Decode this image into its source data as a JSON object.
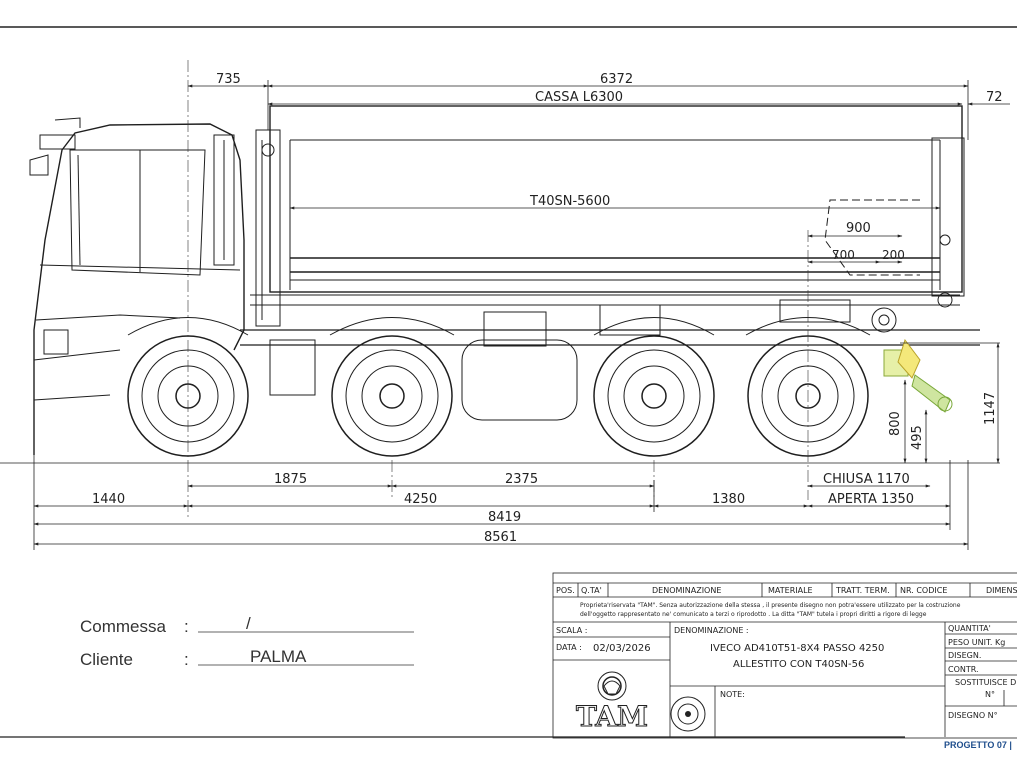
{
  "dimensions": {
    "front_overhang": "735",
    "body_length_total": "6372",
    "body_label": "CASSA L6300",
    "rear_gap": "72",
    "tipper_model": "T40SN-5600",
    "d900": "900",
    "d700": "700",
    "d200": "200",
    "height_1147": "1147",
    "height_800": "800",
    "height_495": "495",
    "axle_1875": "1875",
    "axle_2375": "2375",
    "front_1440": "1440",
    "wheelbase_4250": "4250",
    "rear_1380": "1380",
    "closed": "CHIUSA 1170",
    "open": "APERTA 1350",
    "overall_8419": "8419",
    "overall_8561": "8561"
  },
  "job": {
    "commessa_label": "Commessa",
    "commessa_value": "/",
    "cliente_label": "Cliente",
    "cliente_value": "PALMA",
    "colon": ":"
  },
  "title_block": {
    "h_pos": "POS.",
    "h_qta": "Q.TA'",
    "h_denominazione": "DENOMINAZIONE",
    "h_materiale": "MATERIALE",
    "h_tratt": "TRATT. TERM.",
    "h_codice": "NR. CODICE",
    "h_dimens": "DIMENS",
    "notice_line1": "Proprieta'riservata \"TAM\". Senza autorizzazione della stessa , il presente disegno non potra'essere utilizzato per la costruzione",
    "notice_line2": "dell'oggetto rappresentato ne' comunicato a terzi o riprodotto . La ditta \"TAM\" tutela i propri diritti a rigore di legge",
    "scala_label": "SCALA :",
    "data_label": "DATA :",
    "data_value": "02/03/2026",
    "denominazione_label": "DENOMINAZIONE :",
    "description_line1": "IVECO AD410T51-8X4 PASSO 4250",
    "description_line2": "ALLESTITO CON T40SN-56",
    "note_label": "NOTE:",
    "quantita": "QUANTITA'",
    "peso": "PESO UNIT. Kg",
    "disegn": "DISEGN.",
    "contr": "CONTR.",
    "sostituisce": "SOSTITUISCE DIS",
    "nr": "N°",
    "disegno_nr": "DISEGNO N°",
    "logo_text": "TAM"
  },
  "footer": {
    "project": "PROGETTO 07 |"
  }
}
